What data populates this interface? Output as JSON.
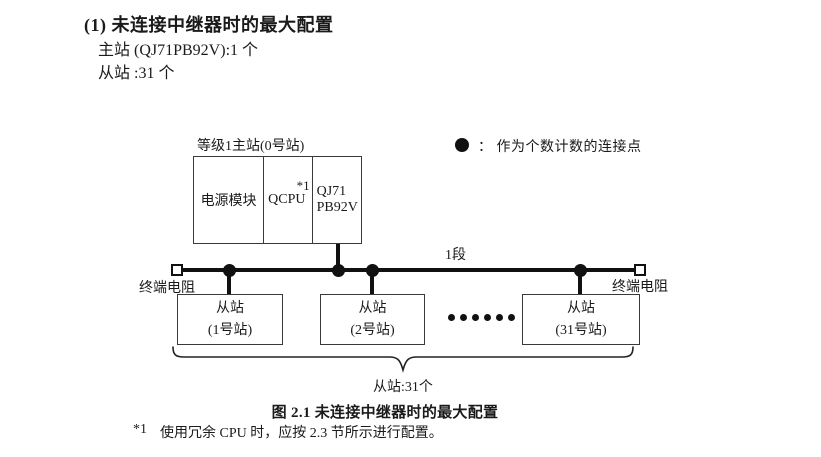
{
  "section": {
    "heading": "(1) 未连接中继器时的最大配置",
    "master_line": "主站 (QJ71PB92V):1 个",
    "slave_line": "从站 :31 个"
  },
  "legend": {
    "marker_icon": "filled-circle",
    "text": "：  作为个数计数的连接点"
  },
  "diagram": {
    "master_label": "等级1主站(0号站)",
    "master_cells": {
      "power": "电源模块",
      "cpu": "QCPU",
      "cpu_note": "*1",
      "module_line1": "QJ71",
      "module_line2": "PB92V"
    },
    "segment_label": "1段",
    "terminator_left": "终端电阻",
    "terminator_right": "终端电阻",
    "slaves": [
      {
        "line1": "从站",
        "line2": "(1号站)"
      },
      {
        "line1": "从站",
        "line2": "(2号站)"
      },
      {
        "line1": "从站",
        "line2": "(31号站)"
      }
    ],
    "ellipsis_icon": "six-dots",
    "brace_label": "从站:31个"
  },
  "caption": "图 2.1 未连接中继器时的最大配置",
  "footnote": {
    "marker": "*1",
    "text": "使用冗余 CPU 时，应按 2.3 节所示进行配置。"
  }
}
